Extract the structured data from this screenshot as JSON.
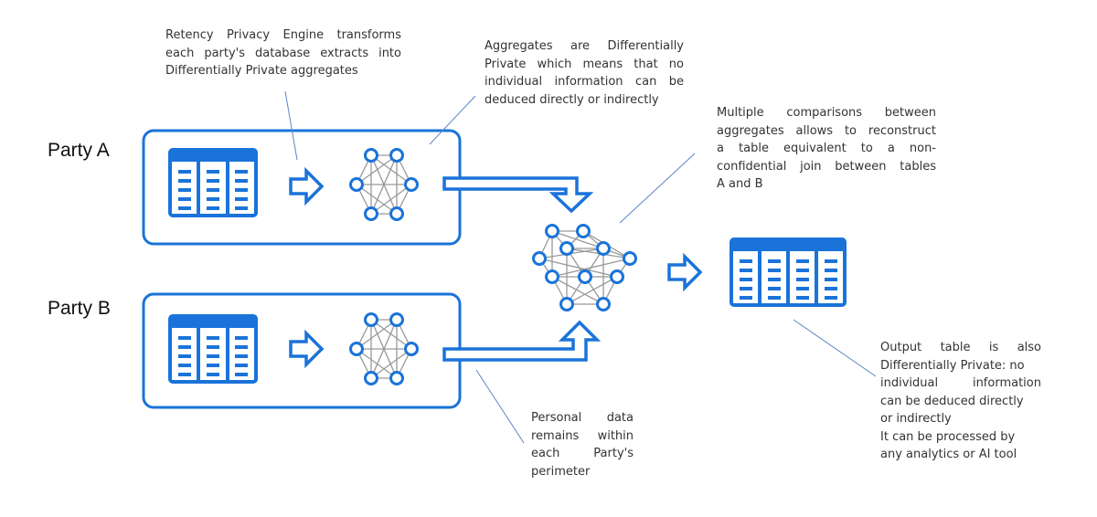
{
  "parties": {
    "a_label": "Party A",
    "b_label": "Party B"
  },
  "notes": {
    "engine": [
      "Retency Privacy Engine transforms",
      "each party's database extracts into",
      "Differentially Private aggregates"
    ],
    "aggregates": [
      "Aggregates are Differentially",
      "Private which means that no",
      "individual information can be",
      "deduced directly or indirectly"
    ],
    "comparisons": [
      "Multiple comparisons between",
      "aggregates allows to reconstruct",
      "a table equivalent to a non-",
      "confidential join between tables",
      "A and B"
    ],
    "personal": [
      "Personal data",
      "remains within",
      "each Party's",
      "perimeter"
    ],
    "output": [
      "Output table is also",
      "Differentially Private: no",
      "individual information",
      "can be deduced directly",
      "or indirectly",
      "It can be processed by",
      "any analytics or AI tool"
    ]
  },
  "colors": {
    "primary": "#1a73d9",
    "leader_line": "#5b86c4",
    "background": "#ffffff"
  },
  "icons": [
    "table-icon",
    "network-icon",
    "arrow-icon"
  ]
}
